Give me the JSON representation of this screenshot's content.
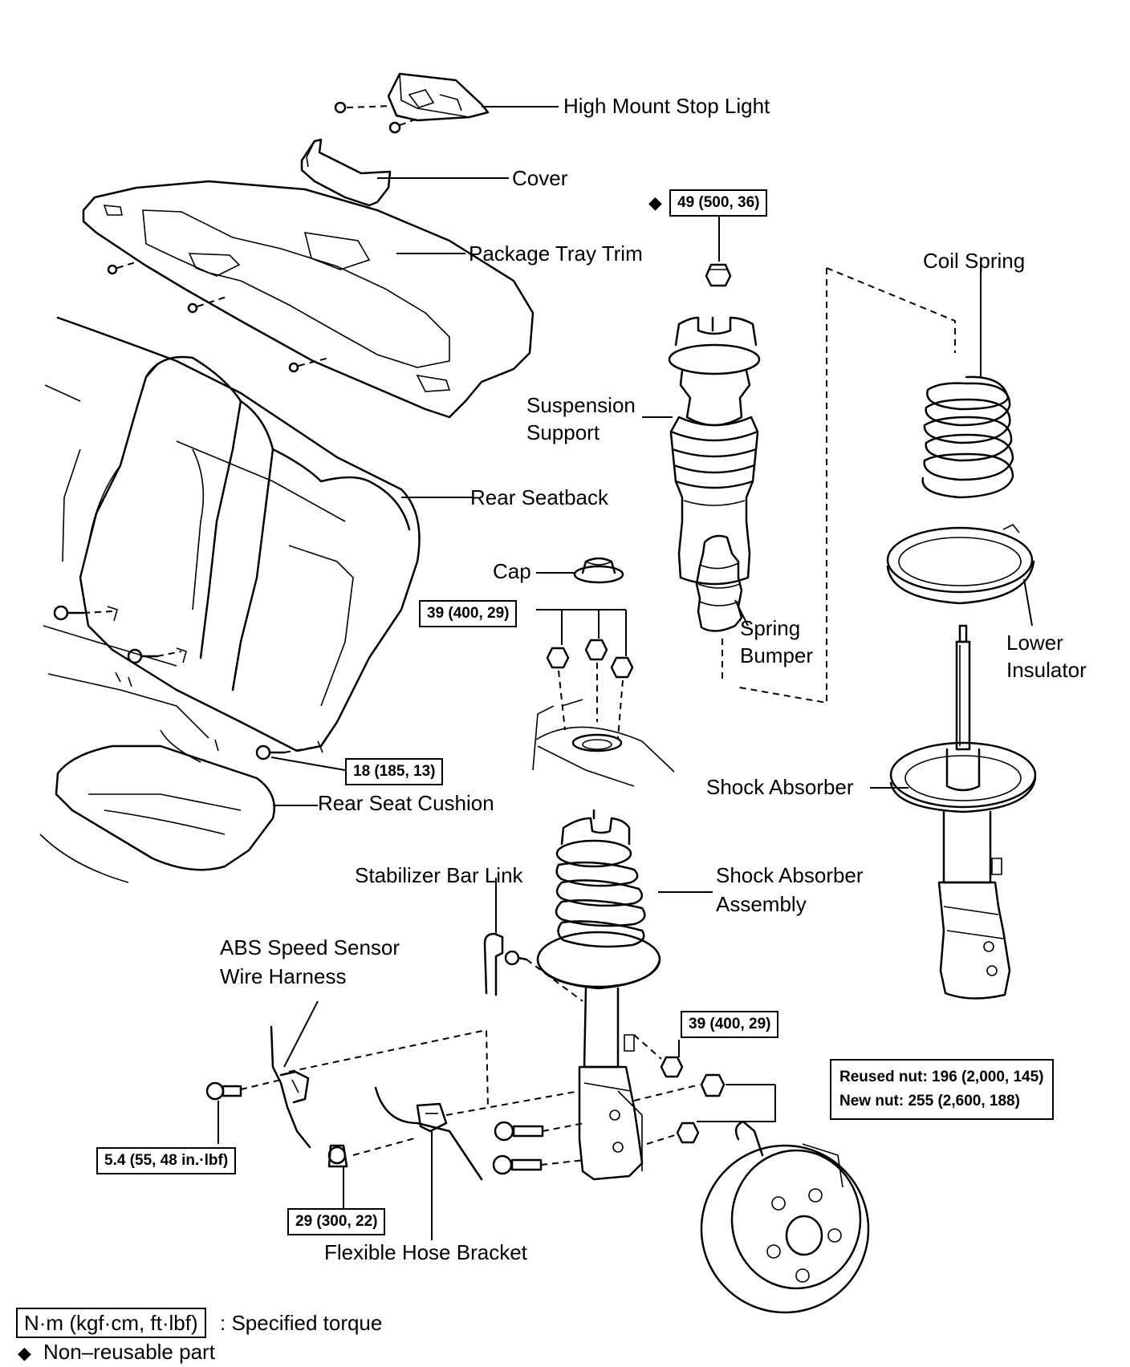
{
  "labels": {
    "high_mount_stop_light": "High Mount Stop Light",
    "cover": "Cover",
    "package_tray_trim": "Package Tray Trim",
    "coil_spring": "Coil Spring",
    "suspension_support_1": "Suspension",
    "suspension_support_2": "Support",
    "rear_seatback": "Rear Seatback",
    "cap": "Cap",
    "spring_bumper_1": "Spring",
    "spring_bumper_2": "Bumper",
    "lower_insulator_1": "Lower",
    "lower_insulator_2": "Insulator",
    "shock_absorber": "Shock Absorber",
    "rear_seat_cushion": "Rear Seat Cushion",
    "stabilizer_bar_link": "Stabilizer Bar Link",
    "shock_absorber_assembly_1": "Shock Absorber",
    "shock_absorber_assembly_2": "Assembly",
    "abs_speed_sensor_1": "ABS Speed Sensor",
    "abs_speed_sensor_2": "Wire Harness",
    "flexible_hose_bracket": "Flexible Hose Bracket"
  },
  "torques": {
    "support_nut": "49 (500, 36)",
    "upper_nuts": "39 (400, 29)",
    "seat_bolt": "18 (185, 13)",
    "stabilizer_nut": "39 (400, 29)",
    "knuckle_reused": "Reused nut: 196 (2,000, 145)",
    "knuckle_new": "New nut: 255 (2,600, 188)",
    "abs_bolt": "5.4 (55, 48 in.·lbf)",
    "hose_bolt": "29 (300, 22)"
  },
  "symbols": {
    "non_reusable_mark": "◆"
  },
  "legend": {
    "torque_box": "N·m (kgf·cm, ft·lbf)",
    "torque_text": ": Specified torque",
    "non_reusable_mark": "◆",
    "non_reusable_text": "Non–reusable part"
  }
}
